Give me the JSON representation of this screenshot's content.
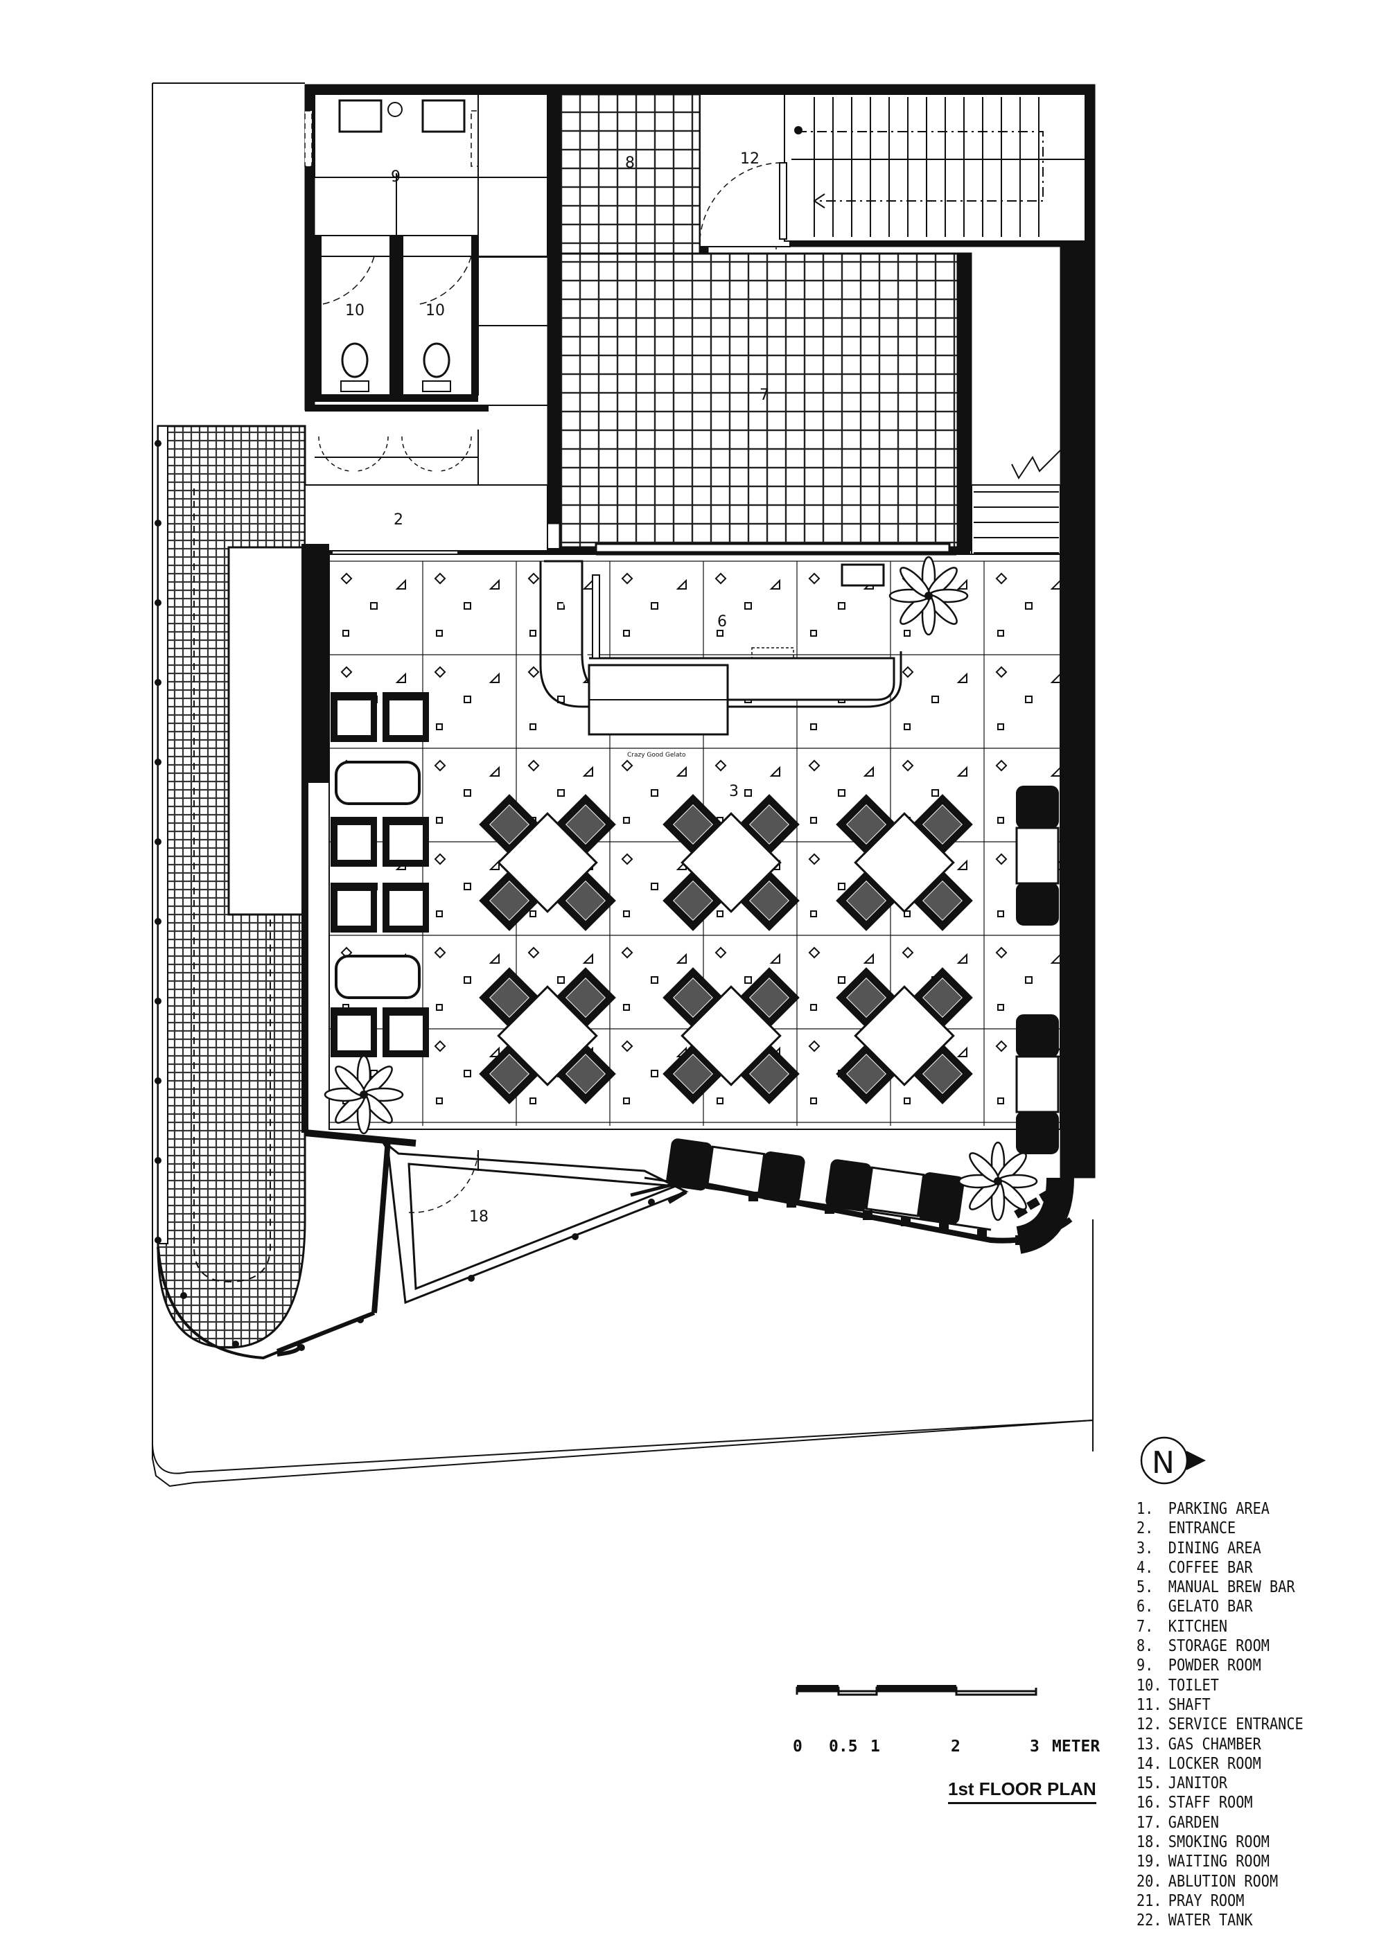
{
  "room_labels": {
    "r2": "2",
    "r3": "3",
    "r6": "6",
    "r7": "7",
    "r8": "8",
    "r9": "9",
    "r10a": "10",
    "r10b": "10",
    "r12": "12",
    "r18": "18"
  },
  "small_note": "Crazy Good Gelato",
  "north_label": "N",
  "legend": [
    {
      "num": "1.",
      "name": "PARKING AREA"
    },
    {
      "num": "2.",
      "name": "ENTRANCE"
    },
    {
      "num": "3.",
      "name": "DINING AREA"
    },
    {
      "num": "4.",
      "name": "COFFEE BAR"
    },
    {
      "num": "5.",
      "name": "MANUAL BREW BAR"
    },
    {
      "num": "6.",
      "name": "GELATO BAR"
    },
    {
      "num": "7.",
      "name": "KITCHEN"
    },
    {
      "num": "8.",
      "name": "STORAGE ROOM"
    },
    {
      "num": "9.",
      "name": "POWDER ROOM"
    },
    {
      "num": "10.",
      "name": "TOILET"
    },
    {
      "num": "11.",
      "name": "SHAFT"
    },
    {
      "num": "12.",
      "name": "SERVICE ENTRANCE"
    },
    {
      "num": "13.",
      "name": "GAS CHAMBER"
    },
    {
      "num": "14.",
      "name": "LOCKER ROOM"
    },
    {
      "num": "15.",
      "name": "JANITOR"
    },
    {
      "num": "16.",
      "name": "STAFF ROOM"
    },
    {
      "num": "17.",
      "name": "GARDEN"
    },
    {
      "num": "18.",
      "name": "SMOKING ROOM"
    },
    {
      "num": "19.",
      "name": "WAITING ROOM"
    },
    {
      "num": "20.",
      "name": "ABLUTION ROOM"
    },
    {
      "num": "21.",
      "name": "PRAY ROOM"
    },
    {
      "num": "22.",
      "name": "WATER TANK"
    }
  ],
  "scale": {
    "ticks": [
      "0",
      "0.5",
      "1",
      "2",
      "3"
    ],
    "unit": "METER"
  },
  "title": "1st FLOOR PLAN",
  "colors": {
    "ink": "#111111",
    "paper": "#ffffff",
    "pattern": "#333333"
  }
}
